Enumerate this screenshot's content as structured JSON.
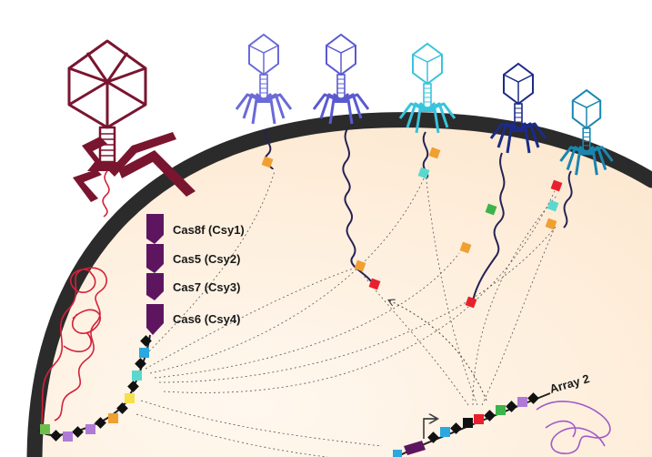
{
  "labels": {
    "cas8f": "Cas8f (Csy1)",
    "cas5": "Cas5 (Csy2)",
    "cas7": "Cas7 (Csy3)",
    "cas6": "Cas6 (Csy4)",
    "array2": "Array 2"
  },
  "colors": {
    "membrane": "#2b2b2b",
    "cytoplasm": "#fdf0e0",
    "large_phage": "#7a1530",
    "cas_protein": "#5e1560",
    "phage_dna": "#262255",
    "bacterial_dna_red": "#d2223a",
    "bacterial_dna_purple": "#a05ac8",
    "spacer_colors": [
      "#f0a030",
      "#e8202e",
      "#3cb44b",
      "#5ad8d0",
      "#2aa8e0",
      "#b07ad8",
      "#6cc04a",
      "#f5e04a",
      "#111111"
    ]
  },
  "phages": [
    {
      "id": "phage-1",
      "color": "#6a6ad8"
    },
    {
      "id": "phage-2",
      "color": "#5a5ad0"
    },
    {
      "id": "phage-3",
      "color": "#38c4dc"
    },
    {
      "id": "phage-4",
      "color": "#1c2a8a"
    },
    {
      "id": "phage-5",
      "color": "#1a86b0"
    }
  ]
}
